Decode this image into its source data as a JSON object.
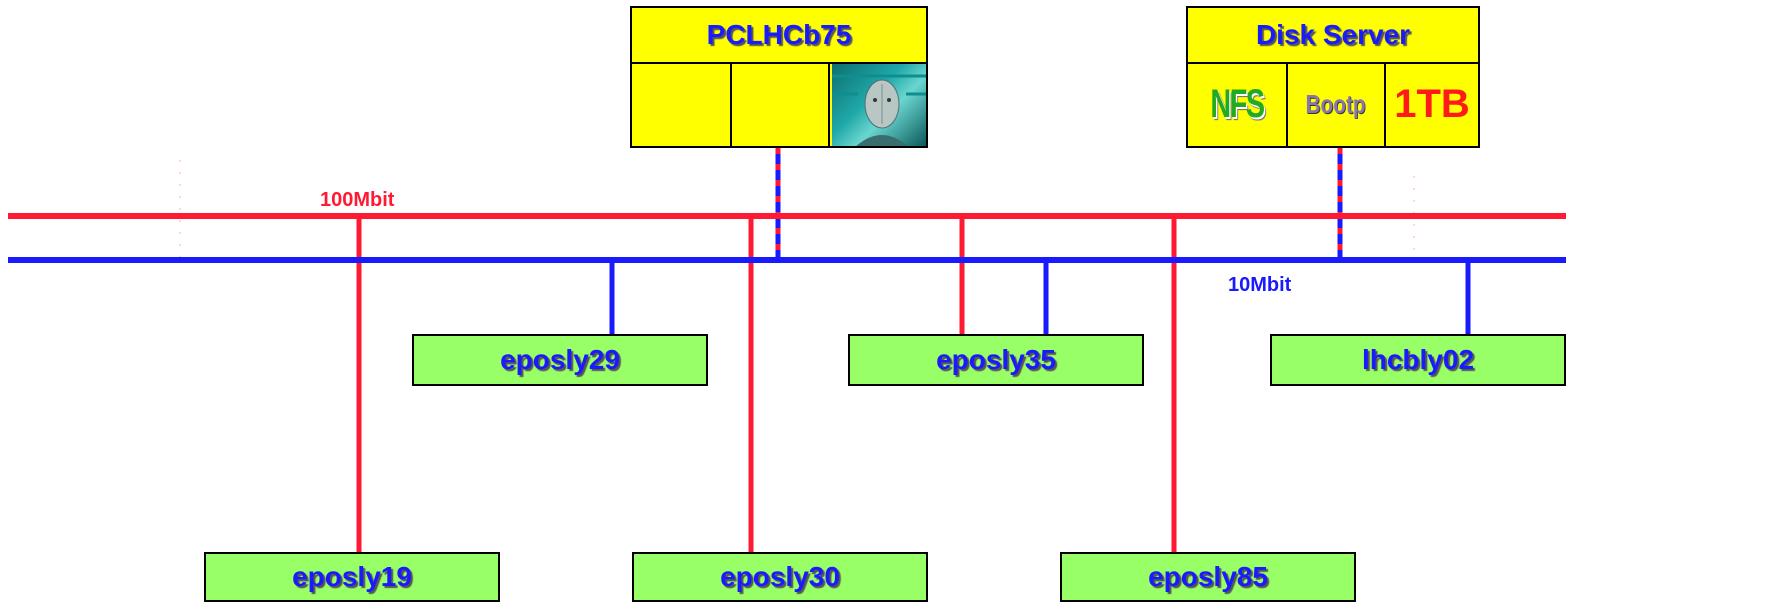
{
  "network": {
    "fast_label": "100Mbit",
    "slow_label": "10Mbit",
    "colors": {
      "fast": "#ff1a33",
      "slow": "#1a1aff",
      "host_fill": "#99ff66",
      "server_fill": "#ffff00"
    }
  },
  "servers": {
    "pclhcb": {
      "title": "PCLHCb75",
      "image_icon": "face-photo-icon"
    },
    "disk": {
      "title": "Disk Server",
      "nfs": "NFS",
      "bootp": "Bootp",
      "capacity": "1TB"
    }
  },
  "hosts": {
    "eposly29": "eposly29",
    "eposly35": "eposly35",
    "lhcbly02": "lhcbly02",
    "eposly19": "eposly19",
    "eposly30": "eposly30",
    "eposly85": "eposly85"
  }
}
